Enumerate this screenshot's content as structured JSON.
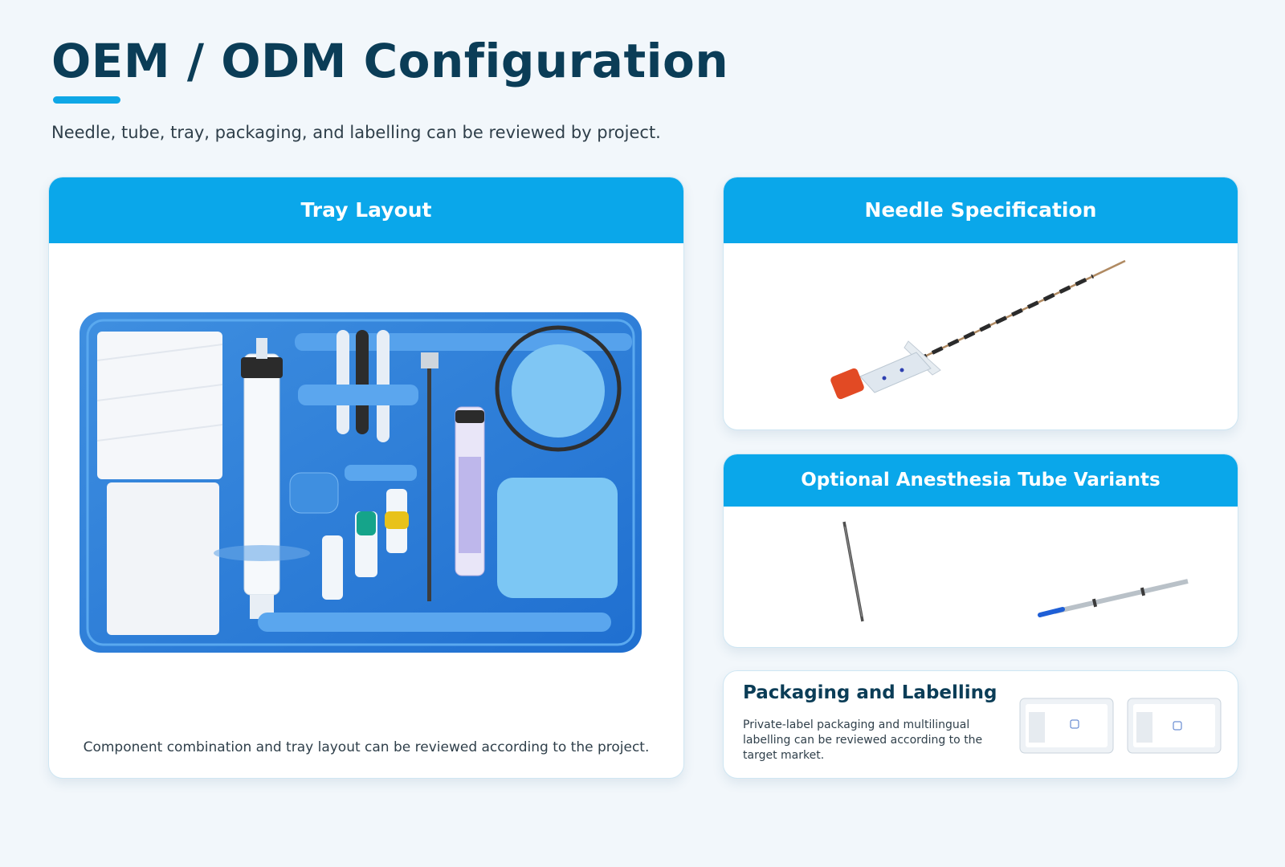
{
  "header": {
    "title": "OEM / ODM Configuration",
    "subtitle": "Needle, tube, tray, packaging, and labelling can be reviewed by project."
  },
  "tray_card": {
    "title": "Tray Layout",
    "caption": "Component combination and tray layout can be reviewed according to the project."
  },
  "needle_card": {
    "title": "Needle Specification"
  },
  "tube_card": {
    "title": "Optional Anesthesia Tube Variants"
  },
  "packaging_card": {
    "title": "Packaging and Labelling",
    "description": "Private-label packaging and multilingual labelling can be reviewed according to the target market."
  },
  "colors": {
    "accent": "#0aa7ea",
    "title": "#0b3d57",
    "background": "#f2f7fb"
  }
}
